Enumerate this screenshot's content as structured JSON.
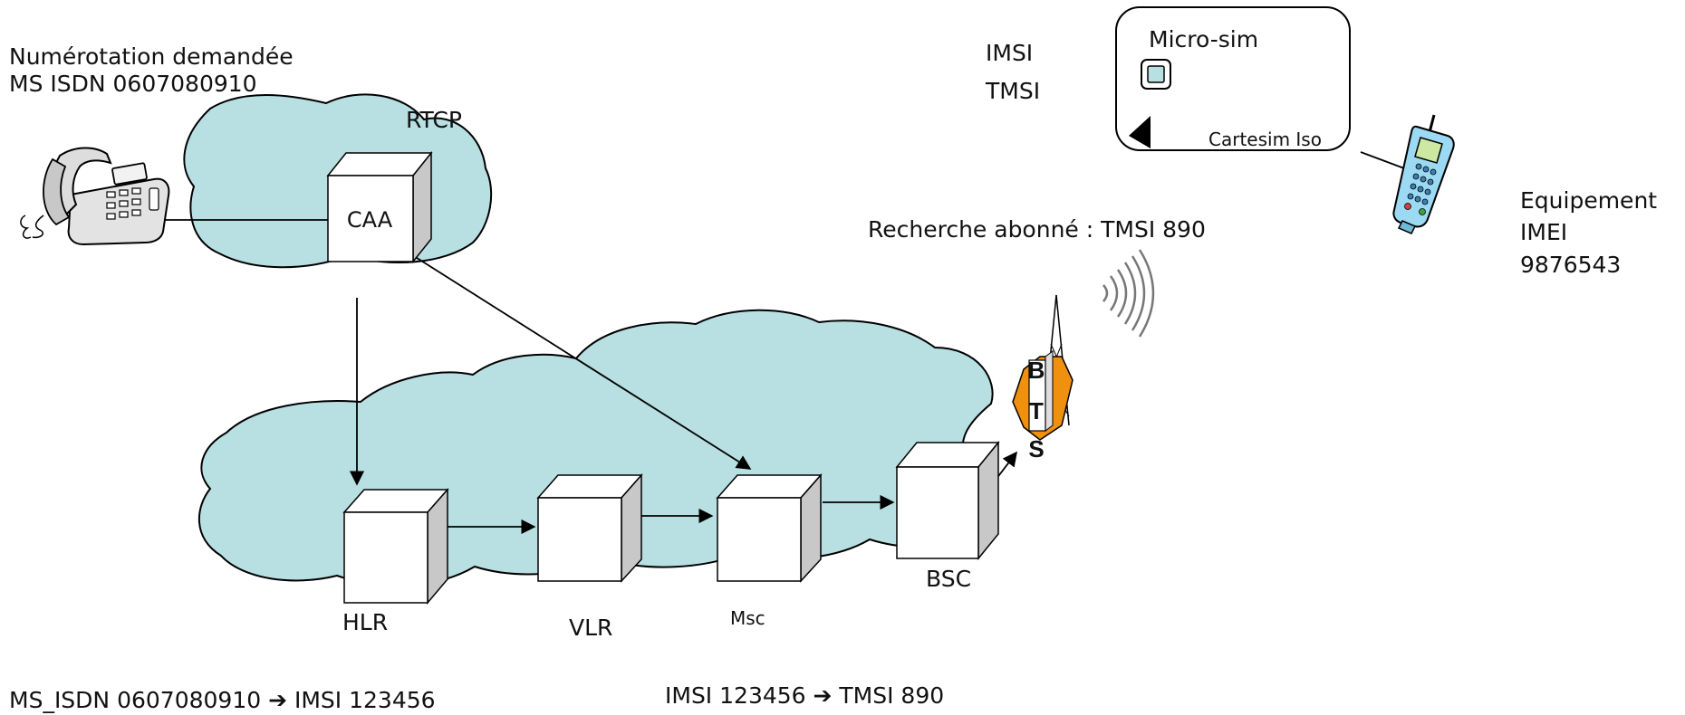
{
  "colors": {
    "cloud": "#b8dfe1",
    "box_front": "#ffffff",
    "box_side": "#c8c8c8",
    "line": "#000000",
    "bts_hex": "#f0900f",
    "phone_body": "#9cd9f2"
  },
  "caller": {
    "line1": "Numérotation demandée",
    "line2": "MS ISDN 0607080910"
  },
  "rtcp": {
    "label": "RTCP",
    "caa": "CAA"
  },
  "gsm": {
    "hlr": "HLR",
    "vlr": "VLR",
    "msc": "Msc",
    "bsc": "BSC",
    "bts_letters": [
      "B",
      "T",
      "S"
    ]
  },
  "bottom": {
    "left": "MS_ISDN 0607080910 ➔ IMSI 123456",
    "right": "IMSI 123456 ➔ TMSI 890"
  },
  "paging": "Recherche abonné : TMSI 890",
  "sim": {
    "identifiers": [
      "IMSI",
      "TMSI"
    ],
    "title": "Micro-sim",
    "caption": "Cartesim Iso"
  },
  "equipment": {
    "line1": "Equipement",
    "line2": "IMEI",
    "line3": "9876543"
  },
  "icons": [
    "desk-phone-icon",
    "cellphone-icon",
    "antenna-mast-icon",
    "radio-waves-icon",
    "sim-chip-icon"
  ]
}
